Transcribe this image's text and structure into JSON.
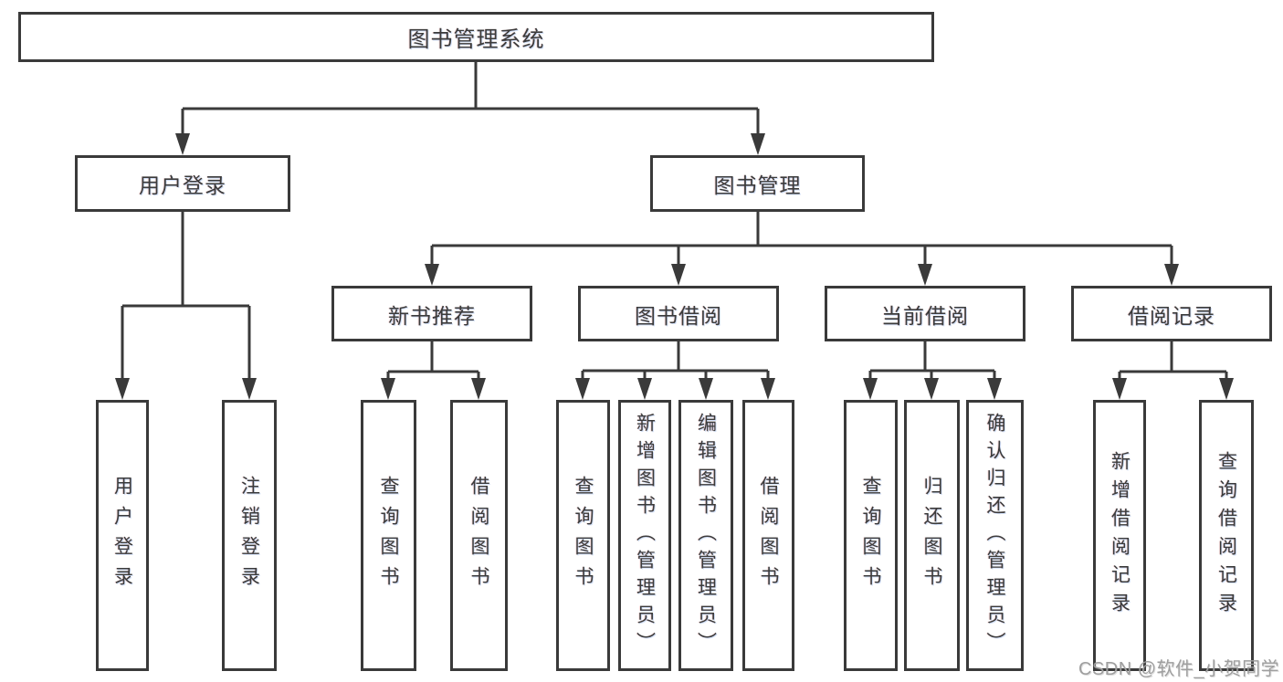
{
  "colors": {
    "line": "#3a3a3a",
    "text": "#3b3b3b",
    "background": "#ffffff",
    "watermark": "#9f9f9f"
  },
  "watermark": "CSDN @软件_小贺同学",
  "tree": {
    "root": {
      "label": "图书管理系统"
    },
    "user_login": {
      "label": "用户登录",
      "children": [
        {
          "label": "用户登录"
        },
        {
          "label": "注销登录"
        }
      ]
    },
    "book_management": {
      "label": "图书管理",
      "children": [
        {
          "label": "新书推荐",
          "children": [
            {
              "label": "查询图书"
            },
            {
              "label": "借阅图书"
            }
          ]
        },
        {
          "label": "图书借阅",
          "children": [
            {
              "label": "查询图书"
            },
            {
              "label": "新增图书（管理员）"
            },
            {
              "label": "编辑图书（管理员）"
            },
            {
              "label": "借阅图书"
            }
          ]
        },
        {
          "label": "当前借阅",
          "children": [
            {
              "label": "查询图书"
            },
            {
              "label": "归还图书"
            },
            {
              "label": "确认归还（管理员）"
            }
          ]
        },
        {
          "label": "借阅记录",
          "children": [
            {
              "label": "新增借阅记录"
            },
            {
              "label": "查询借阅记录"
            }
          ]
        }
      ]
    }
  }
}
